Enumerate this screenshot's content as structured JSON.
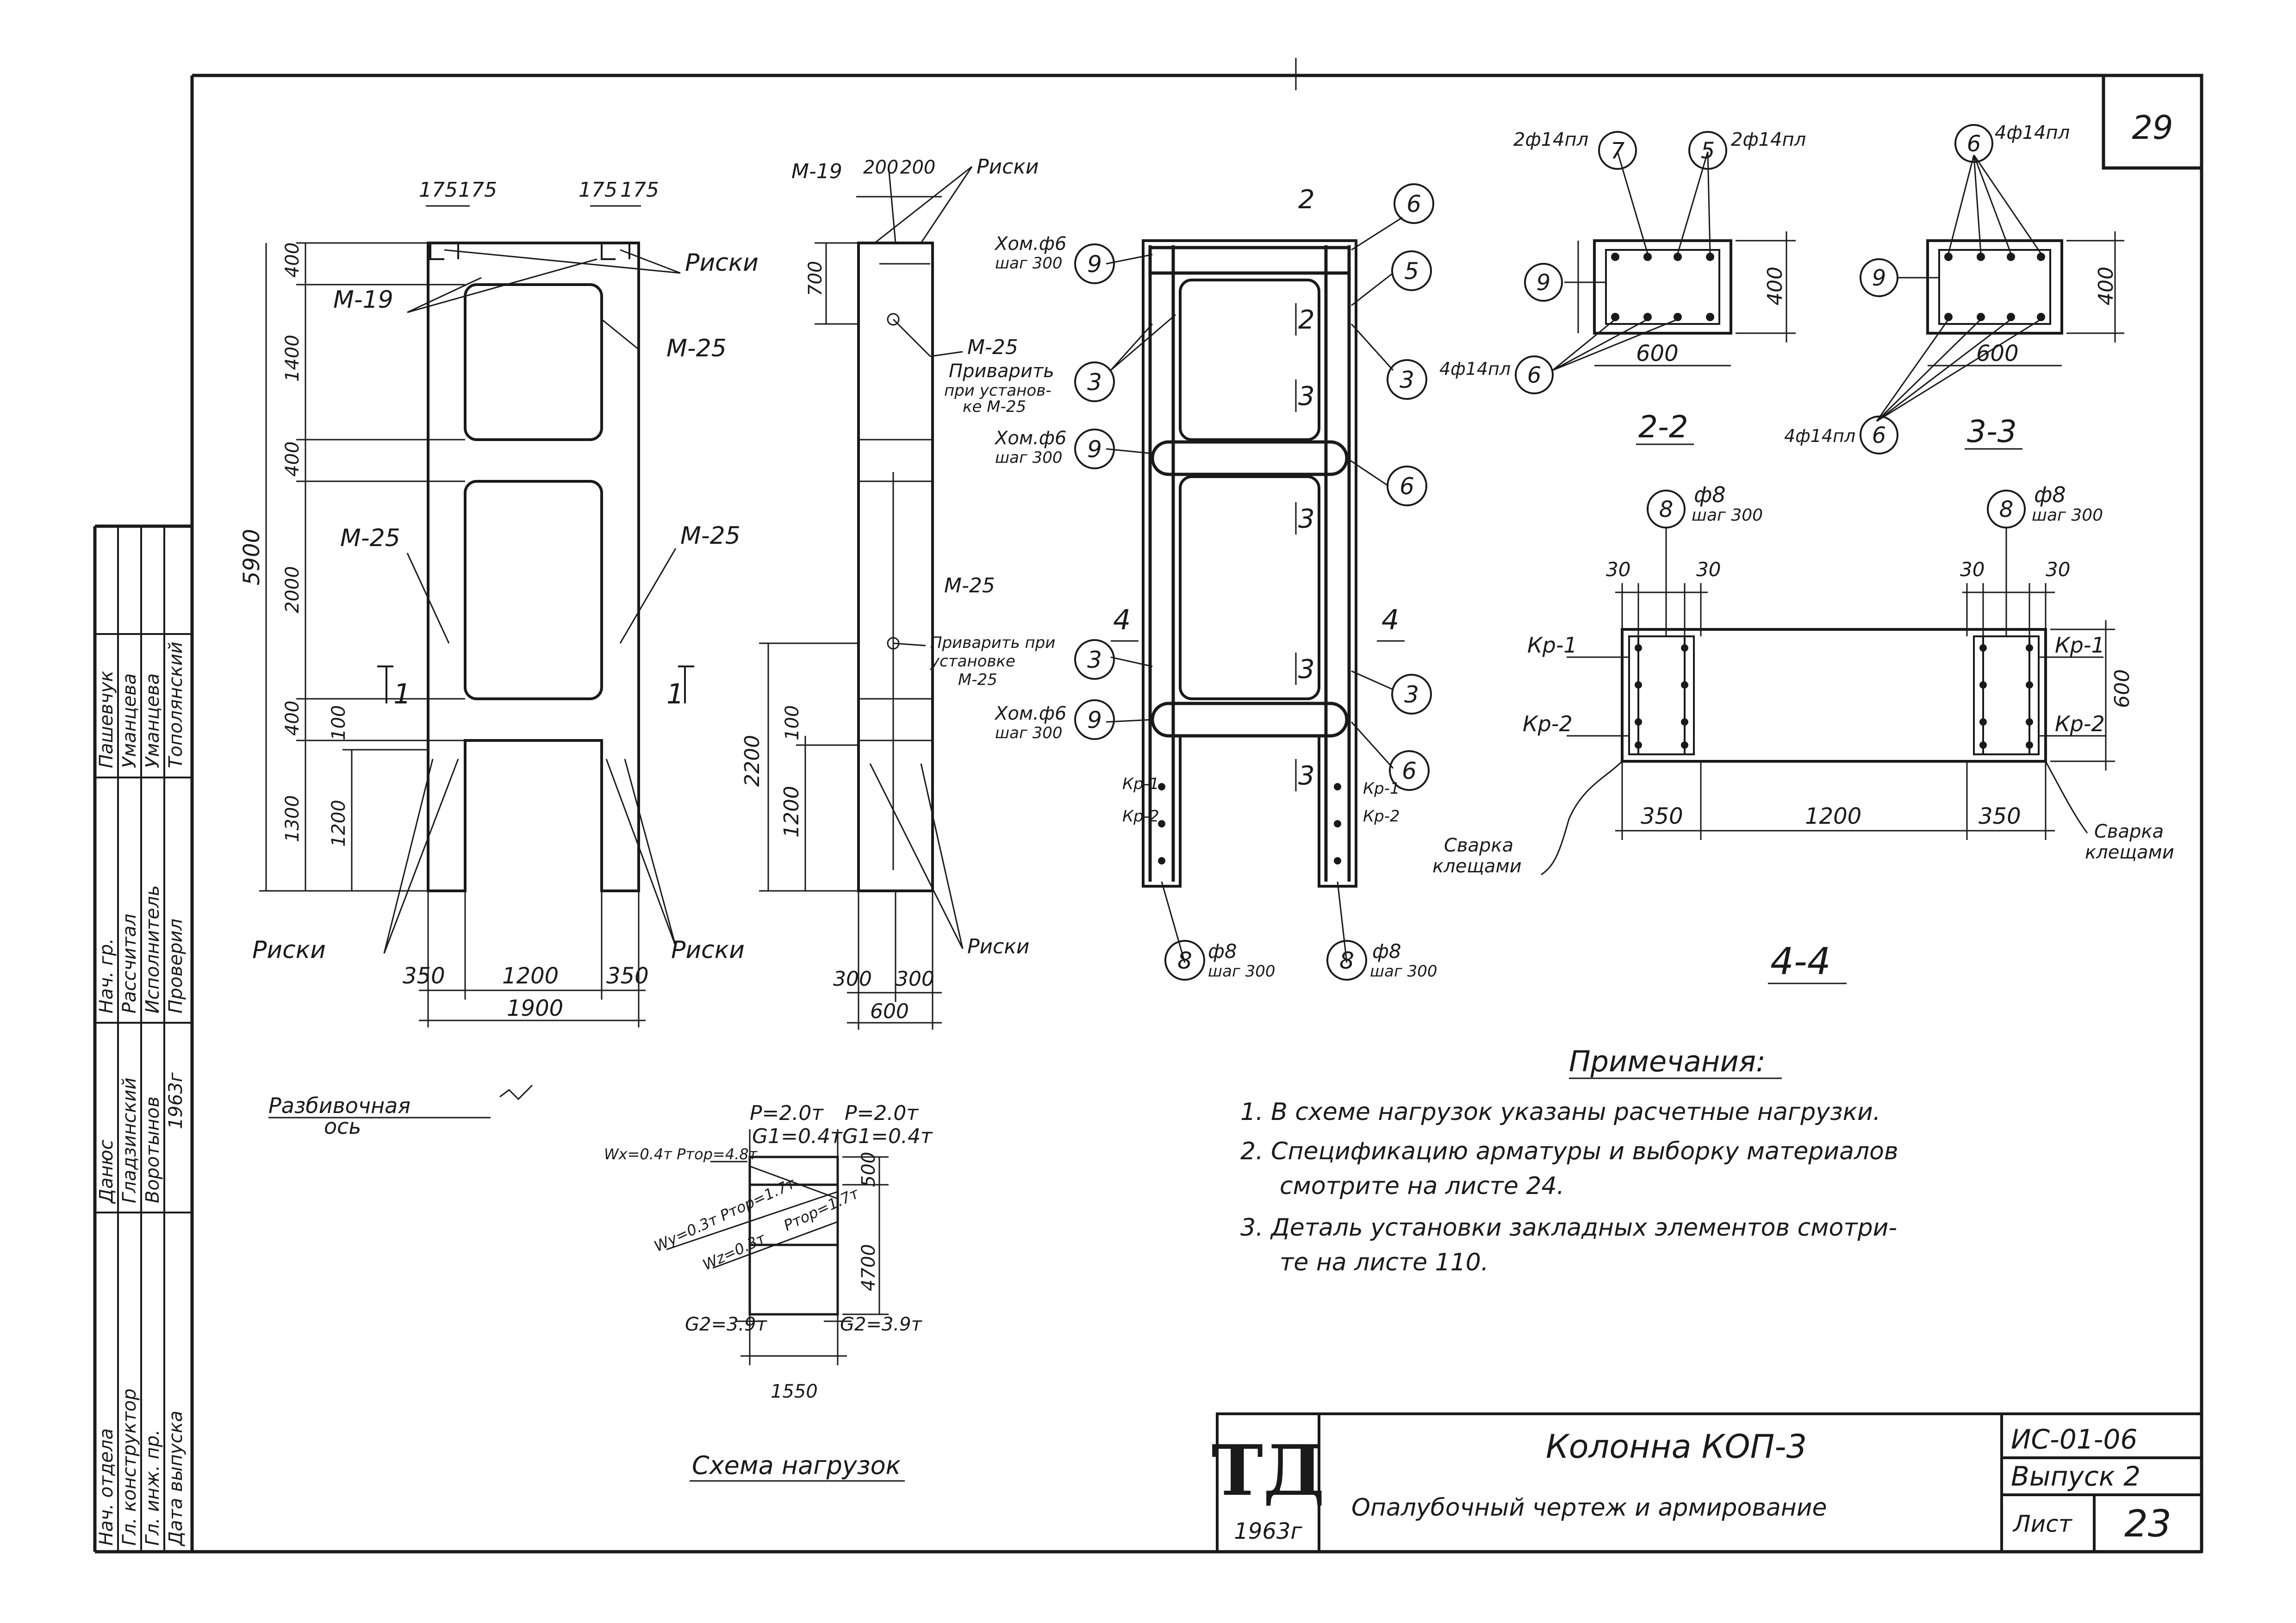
{
  "sheet": {
    "number": "29"
  },
  "elevation": {
    "top_dims": [
      "175",
      "175",
      "175",
      "175"
    ],
    "markers": {
      "m19": "М-19",
      "m25": "М-25",
      "riski": "Риски"
    },
    "left_dims": [
      "400",
      "1400",
      "400",
      "2000",
      "400",
      "1300",
      "1200",
      "100"
    ],
    "total_height": "5900",
    "bottom_dims": [
      "350",
      "1200",
      "350"
    ],
    "overall_width": "1900",
    "section_mark": "1",
    "axis_label": [
      "Разбивочная",
      "ось"
    ]
  },
  "side_view": {
    "top_dims": [
      "200",
      "200"
    ],
    "m19": "М-19",
    "riski": "Риски",
    "dim_700": "700",
    "m25": "М-25",
    "weld_note_top": [
      "Приварить",
      "при установ-",
      "ке М-25"
    ],
    "weld_note_mid": [
      "Приварить при",
      "установке",
      "М-25"
    ],
    "left_dims": [
      "2200",
      "100",
      "1200"
    ],
    "bottom_dims": [
      "300",
      "300"
    ],
    "overall_width": "600"
  },
  "reinforcement": {
    "section_marks": [
      "2",
      "2",
      "3",
      "3",
      "3",
      "3",
      "4",
      "4"
    ],
    "callouts": [
      "9",
      "3",
      "9",
      "3",
      "9",
      "6",
      "5",
      "3",
      "6",
      "3",
      "6",
      "8",
      "8"
    ],
    "clamp_label": [
      "Хом.ф6",
      "шаг 300"
    ],
    "kr1": "Кр-1",
    "kr2": "Кр-2",
    "phi8": "ф8",
    "step300": "шаг 300"
  },
  "section_2_2": {
    "title": "2-2",
    "bar_7": "2ф14пл",
    "bar_5": "2ф14пл",
    "bar_6": "4ф14пл",
    "callouts": [
      "7",
      "5",
      "9",
      "6"
    ],
    "height": "400",
    "width": "600"
  },
  "section_3_3": {
    "title": "3-3",
    "bar_top": "4ф14пл",
    "bar_bottom": "4ф14пл",
    "callouts": [
      "6",
      "9",
      "6"
    ],
    "height": "400",
    "width": "600"
  },
  "section_4_4": {
    "title": "4-4",
    "callouts": [
      "8",
      "8"
    ],
    "phi8": "ф8",
    "step300": "шаг 300",
    "small_dims": [
      "30",
      "30",
      "30",
      "30"
    ],
    "kr1": "Кр-1",
    "kr2": "Кр-2",
    "height": "600",
    "bottom_dims": [
      "350",
      "1200",
      "350"
    ],
    "weld": [
      "Сварка",
      "клещами"
    ]
  },
  "notes": {
    "title": "Примечания:",
    "items": [
      "1. В схеме нагрузок указаны расчетные нагрузки.",
      "2. Спецификацию арматуры и выборку материалов",
      "смотрите на листе 24.",
      "3. Деталь установки закладных элементов смотри-",
      "те на листе 110."
    ]
  },
  "load_scheme": {
    "title": "Схема нагрузок",
    "p_left": "P=2.0т",
    "p_right": "P=2.0т",
    "g1_left": "G1=0.4т",
    "g1_right": "G1=0.4т",
    "wx": "Wx=0.4т Ртор=4.8т",
    "wy": "Wy=0.3т Ртор=1.7т",
    "wz": "Wz=0.3т",
    "pbr": "Ртор=1.7т",
    "g2_left": "G2=3.9т",
    "g2_right": "G2=3.9т",
    "dim_500": "500",
    "dim_4700": "4700",
    "dim_1550": "1550"
  },
  "side_stamp": {
    "roles": [
      "Нач. отдела",
      "Гл. конструктор",
      "Гл. инж. пр.",
      "Дата выпуска"
    ],
    "role_names": [
      "Данюс",
      "Гладзинский",
      "Воротынов"
    ],
    "roles2": [
      "Нач. гр.",
      "Рассчитал",
      "Исполнитель",
      "Проверил"
    ],
    "names2": [
      "Пашевчук",
      "Уманцева",
      "Уманцева",
      "Тополянский"
    ],
    "year": "1963г"
  },
  "title_block": {
    "logo": "ТД",
    "year": "1963г",
    "title": "Колонна КОП-3",
    "subtitle": "Опалубочный чертеж и армирование",
    "code": "ИС-01-06",
    "issue": "Выпуск 2",
    "sheet_label": "Лист",
    "sheet_no": "23"
  }
}
